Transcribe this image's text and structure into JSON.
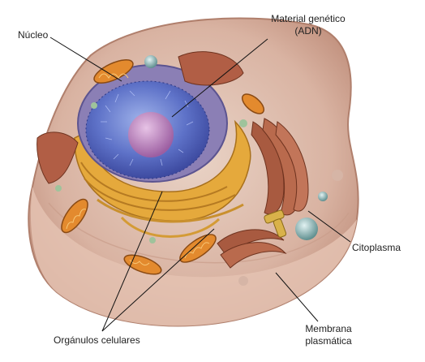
{
  "labels": {
    "nucleo": "Núcleo",
    "material_line1": "Material genético",
    "material_line2": "(ADN)",
    "citoplasma": "Citoplasma",
    "organulos": "Orgánulos celulares",
    "membrana_line1": "Membrana",
    "membrana_line2": "plasmática"
  }
}
